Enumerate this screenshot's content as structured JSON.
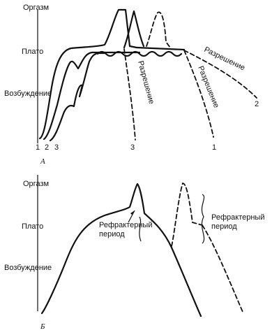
{
  "panelA": {
    "marker": "А",
    "axis": {
      "orgasm": "Оргазм",
      "plateau": "Плато",
      "excitement": "Возбуждение"
    },
    "curve_numbers_start": [
      "1",
      "2",
      "3"
    ],
    "curve_numbers_end": {
      "three": "3",
      "one": "1",
      "two": "2"
    },
    "resolution_labels": [
      "Разрешение",
      "Разрешение",
      "Разрешение"
    ]
  },
  "panelB": {
    "marker": "Б",
    "axis": {
      "orgasm": "Оргазм",
      "plateau": "Плато",
      "excitement": "Возбуждение"
    },
    "refractory_1": {
      "line1": "Рефрактерный",
      "line2": "период"
    },
    "refractory_2": {
      "line1": "Рефрактерный",
      "line2": "период"
    }
  }
}
